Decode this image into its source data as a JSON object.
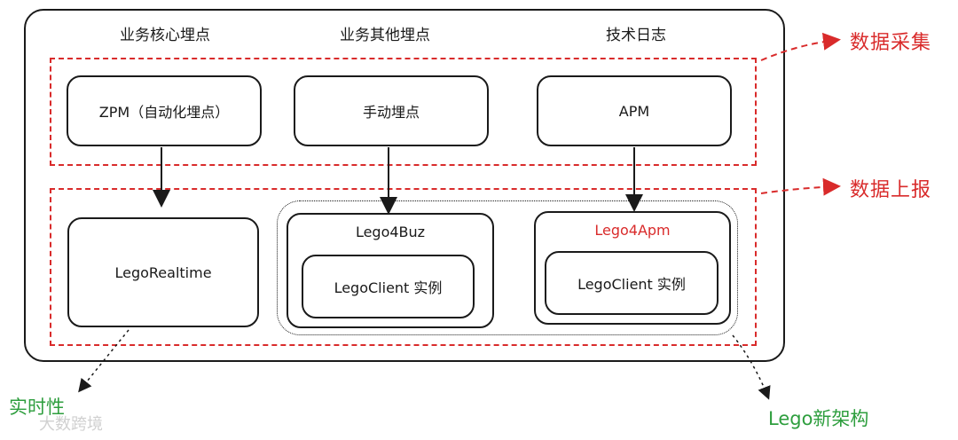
{
  "columns": {
    "core": "业务核心埋点",
    "other": "业务其他埋点",
    "tech": "技术日志"
  },
  "collect": {
    "zpm": "ZPM（自动化埋点）",
    "manual": "手动埋点",
    "apm": "APM"
  },
  "report": {
    "realtime": "LegoRealtime",
    "buz_title": "Lego4Buz",
    "buz_inner": "LegoClient 实例",
    "apm_title": "Lego4Apm",
    "apm_inner": "LegoClient 实例"
  },
  "side_labels": {
    "collect": "数据采集",
    "report": "数据上报"
  },
  "bottom_labels": {
    "realtime": "实时性",
    "new_arch": "Lego新架构"
  },
  "watermark": "大数跨境",
  "colors": {
    "red": "#d92b2b",
    "green": "#2e9e3e",
    "ink": "#1a1a1a"
  }
}
